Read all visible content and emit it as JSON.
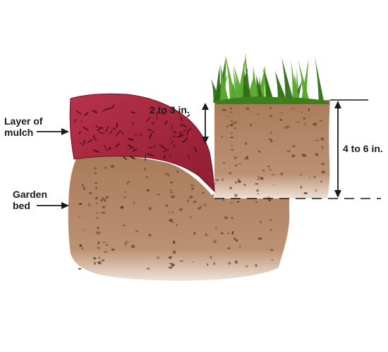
{
  "labels": {
    "mulch_line1": "Layer of",
    "mulch_line2": "mulch",
    "bed_line1": "Garden",
    "bed_line2": "bed",
    "mulch_depth": "2 to 3 in.",
    "edge_depth": "4 to 6 in."
  },
  "colors": {
    "soil": "#b68a6a",
    "soil_dark": "#7a4a2c",
    "mulch": "#a8243a",
    "mulch_dark": "#5c0f1c",
    "grass": "#5aa82f",
    "grass_dark": "#2f6e18",
    "ink": "#1a1a1a"
  }
}
